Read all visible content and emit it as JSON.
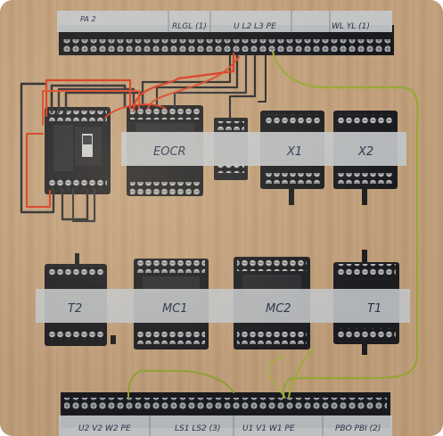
{
  "labels": {
    "top_strip": {
      "pa2": "PA 2",
      "rlgl": "RLGL (1)",
      "u_l3_pe": "U L2 L3 PE",
      "wlyl": "WL YL (1)"
    },
    "bottom_strip": {
      "u2_v2_w2_pe": "U2 V2 W2 PE",
      "ls1_ls2": "LS1 LS2 (3)",
      "u1_v1_w1_pe": "U1 V1 W1 PE",
      "pbo_pbi": "PBO PBI (2)"
    },
    "eocr": "EOCR",
    "x1": "X1",
    "x2": "X2",
    "t2": "T2",
    "mc1": "MC1",
    "mc2": "MC2",
    "t1": "T1"
  },
  "colors": {
    "board": "#c9a57f",
    "tape": "#cfd3d6",
    "component_black": "#1d1e22",
    "wire_red": "#e4391f",
    "wire_black": "#2a2a2e",
    "wire_green_yellow": "#9fb33a"
  }
}
